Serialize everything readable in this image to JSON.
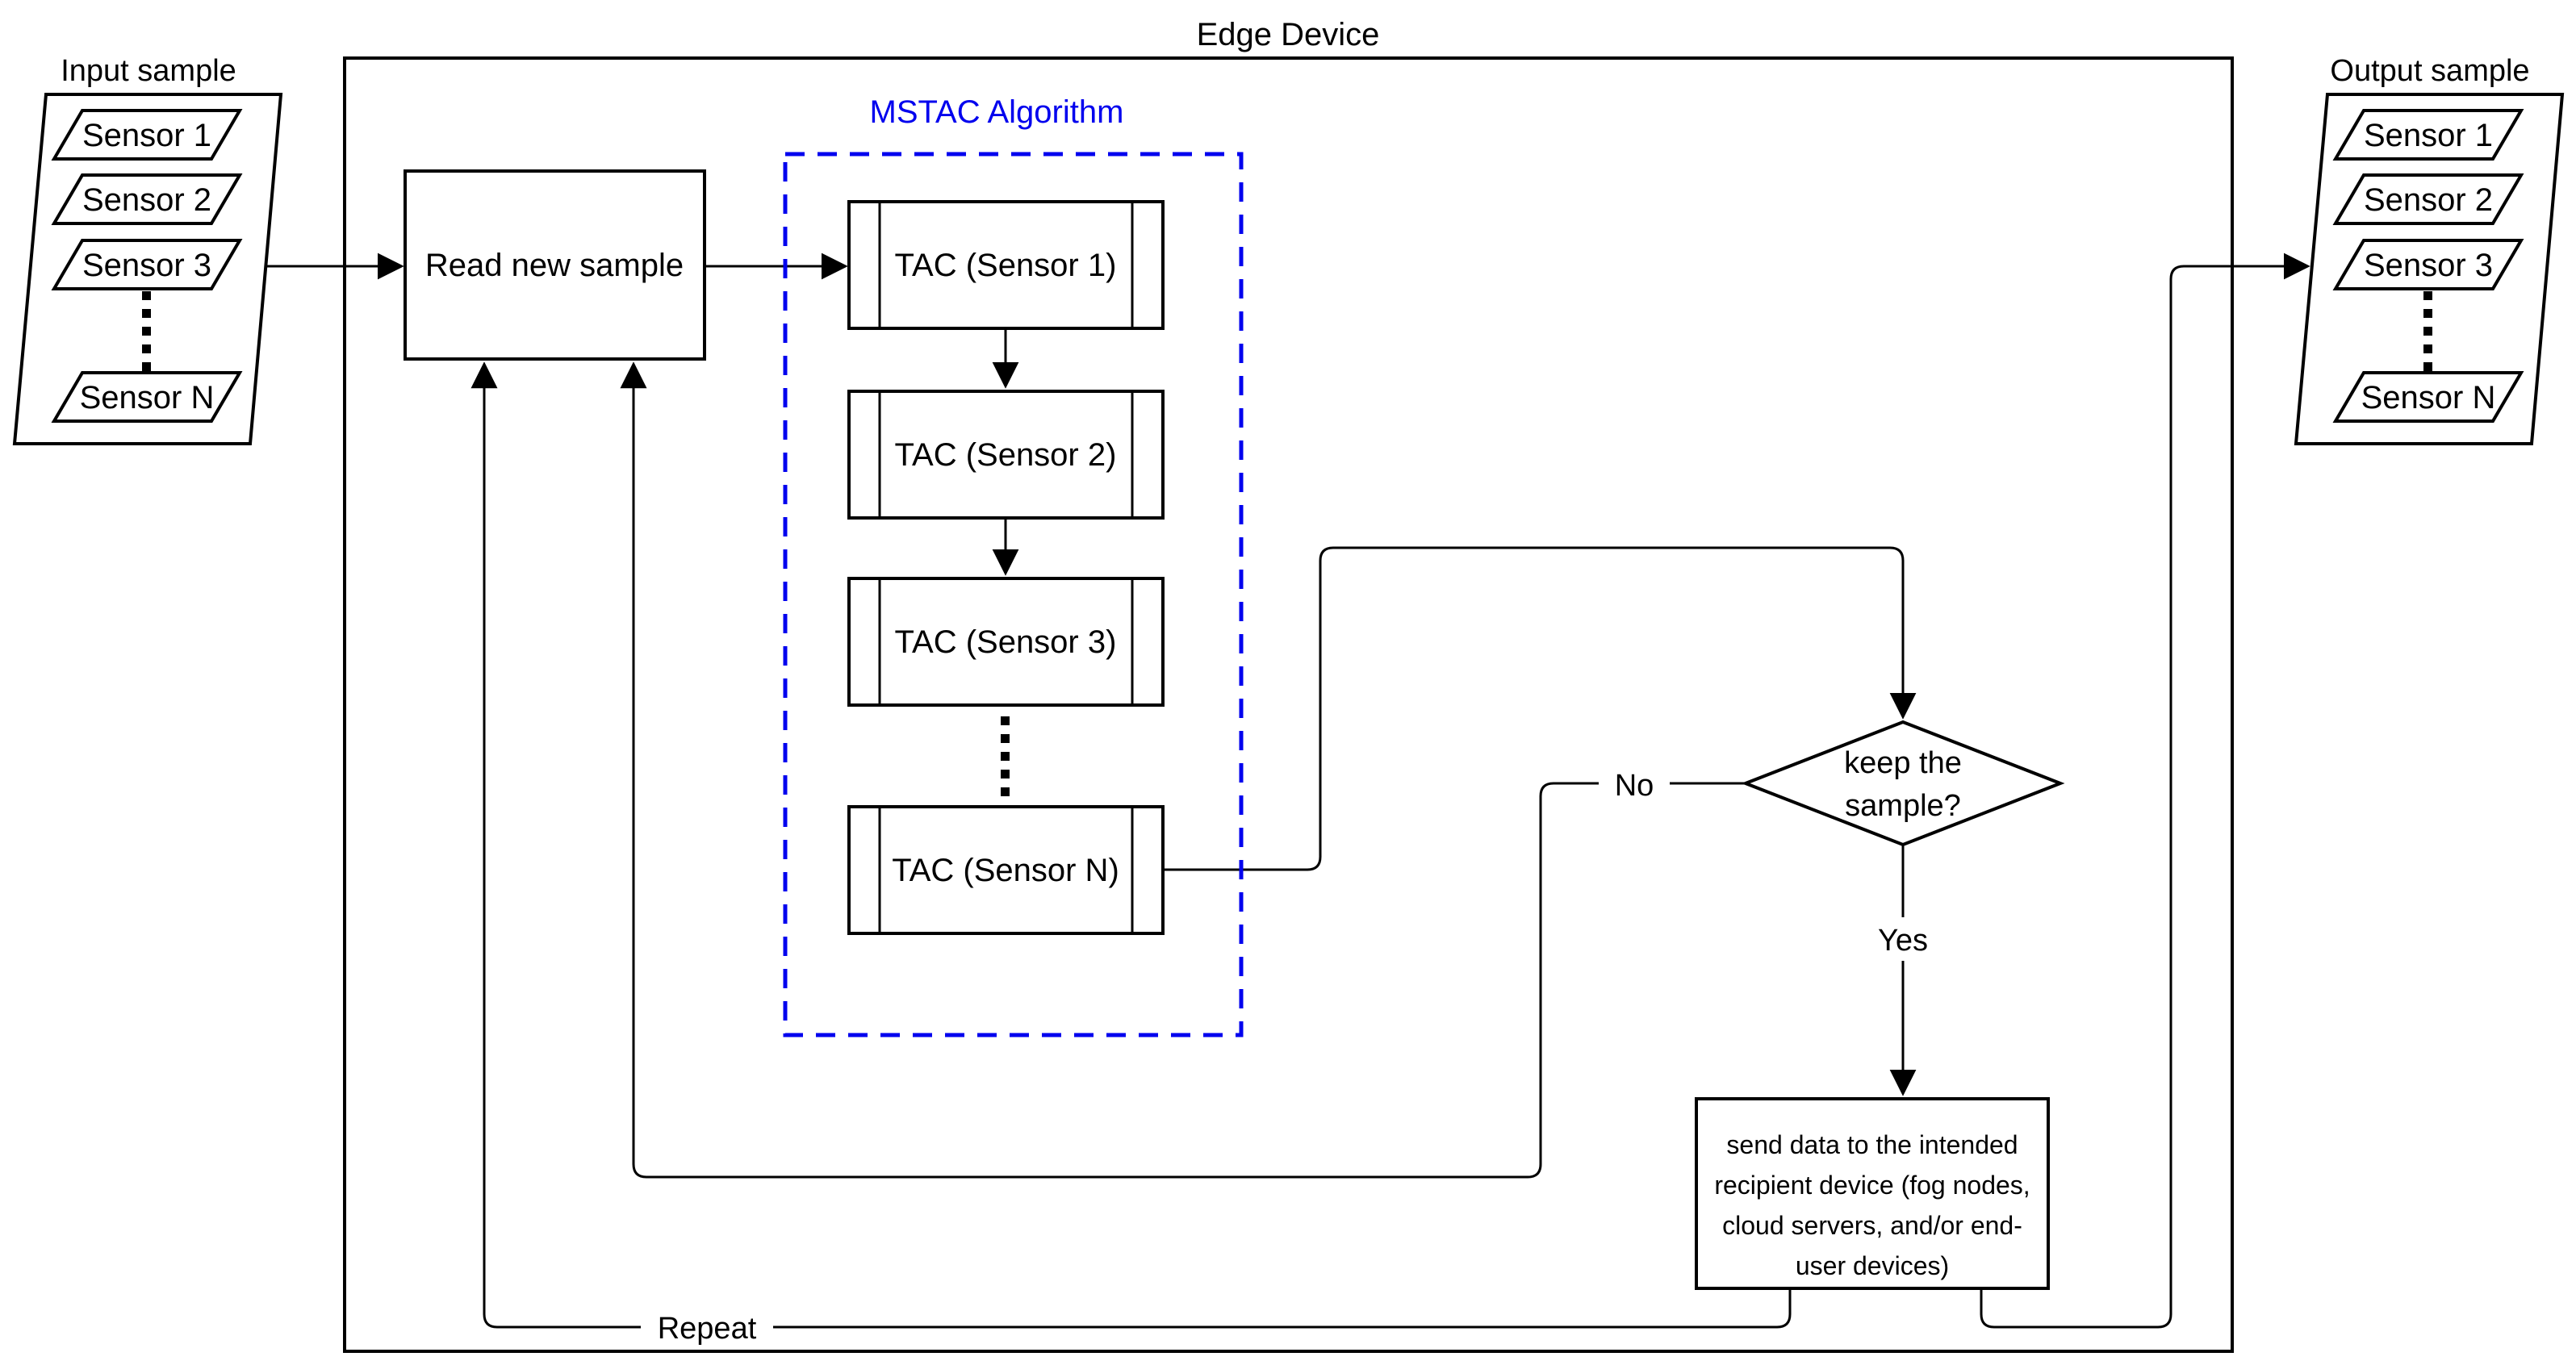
{
  "colors": {
    "accent_blue": "#0000EE",
    "line_black": "#000000",
    "background": "#FFFFFF"
  },
  "edge_device": {
    "title": "Edge Device"
  },
  "input_sample": {
    "label": "Input sample",
    "sensors": [
      "Sensor 1",
      "Sensor 2",
      "Sensor 3",
      "Sensor N"
    ]
  },
  "read_step": {
    "label": "Read new sample"
  },
  "mstac": {
    "label": "MSTAC Algorithm",
    "tacs": [
      "TAC (Sensor 1)",
      "TAC (Sensor 2)",
      "TAC (Sensor 3)",
      "TAC (Sensor N)"
    ]
  },
  "decision": {
    "line1": "keep the",
    "line2": "sample?",
    "yes_label": "Yes",
    "no_label": "No"
  },
  "send_step": {
    "lines": [
      "send data to the intended",
      "recipient device (fog nodes,",
      "cloud servers, and/or end-",
      "user devices)"
    ]
  },
  "loop": {
    "repeat_label": "Repeat"
  },
  "output_sample": {
    "label": "Output sample",
    "sensors": [
      "Sensor 1",
      "Sensor 2",
      "Sensor 3",
      "Sensor N"
    ]
  }
}
